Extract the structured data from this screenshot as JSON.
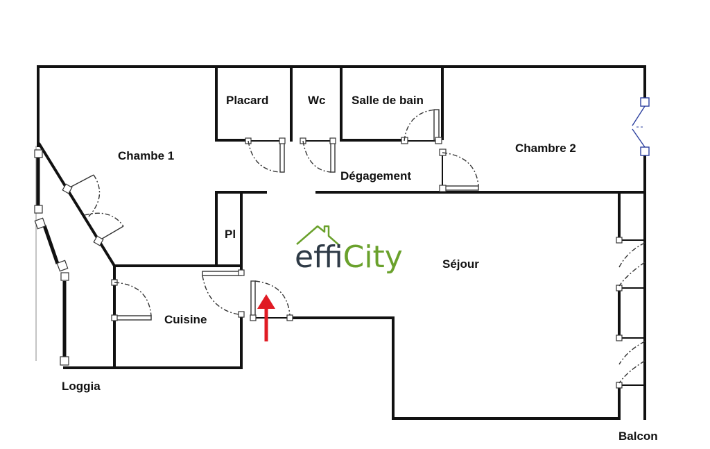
{
  "rooms": {
    "placard": "Placard",
    "wc": "Wc",
    "salle_de_bain": "Salle de bain",
    "chambre1": "Chambe 1",
    "chambre2": "Chambre 2",
    "degagement": "Dégagement",
    "pl": "Pl",
    "sejour": "Séjour",
    "cuisine": "Cuisine",
    "loggia": "Loggia",
    "balcon": "Balcon"
  },
  "logo": {
    "part1": "effi",
    "part2": "City"
  },
  "colors": {
    "walls": "#111111",
    "logo_effi": "#2e3a46",
    "logo_city": "#6aa12c",
    "arrow": "#e01b24",
    "window_accent": "#2b3f9e"
  },
  "icons": {
    "entrance": "arrow-up-icon",
    "logo": "house-roof-icon"
  }
}
